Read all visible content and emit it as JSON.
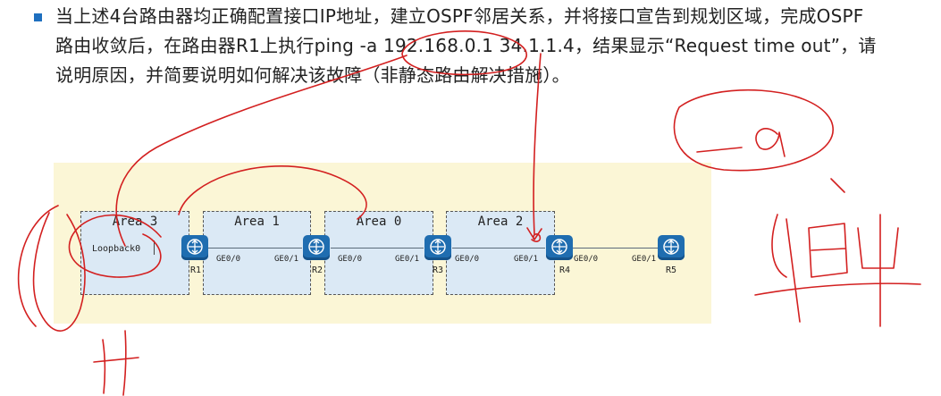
{
  "question": {
    "line1": "当上述4台路由器均正确配置接口IP地址，建立OSPF邻居关系，并将接口宣告到规划区域，完成OSPF",
    "line2": "路由收敛后，在路由器R1上执行ping -a 192.168.0.1 34.1.1.4，结果显示“Request time out”，请",
    "line3": "说明原因，并简要说明如何解决该故障（非静态路由解决措施）。"
  },
  "diagram": {
    "areas": [
      {
        "label": "Area 3"
      },
      {
        "label": "Area 1"
      },
      {
        "label": "Area 0"
      },
      {
        "label": "Area 2"
      }
    ],
    "loopback": "Loopback0",
    "routers": [
      {
        "name": "R1"
      },
      {
        "name": "R2"
      },
      {
        "name": "R3"
      },
      {
        "name": "R4"
      },
      {
        "name": "R5"
      }
    ],
    "ports": [
      "GE0/0",
      "GE0/1",
      "GE0/0",
      "GE0/1",
      "GE0/0",
      "GE0/1",
      "GE0/0",
      "GE0/1"
    ]
  },
  "colors": {
    "diagram_background": "#fbf6d6",
    "area_fill": "#dbe9f5",
    "router": "#1f6db0",
    "annotation_ink": "#d32020",
    "bullet": "#1e6fbf"
  }
}
